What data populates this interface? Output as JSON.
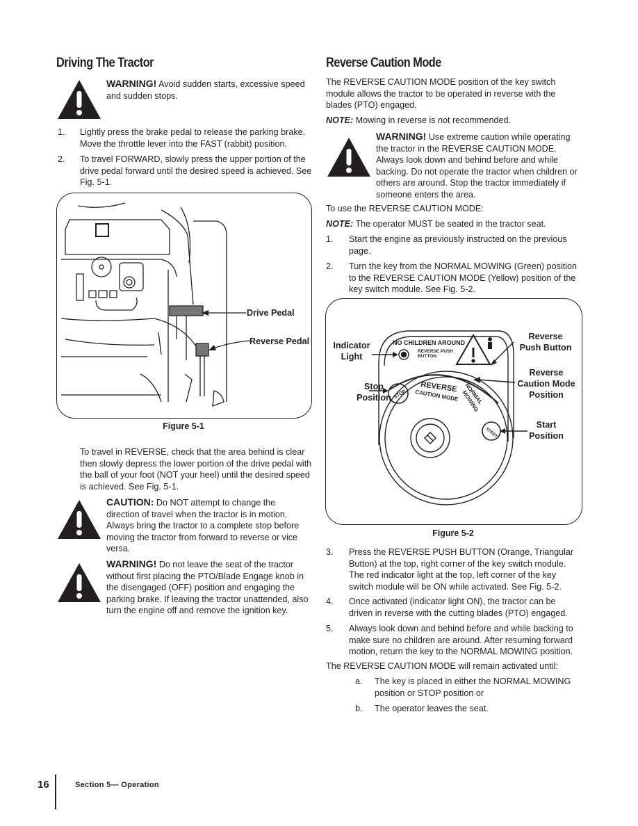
{
  "left": {
    "title": "Driving The Tractor",
    "warning1": {
      "label": "WARNING!",
      "text": " Avoid sudden starts, excessive speed and sudden stops."
    },
    "steps": [
      {
        "num": "1.",
        "text": "Lightly press the brake pedal to release the parking brake. Move the throttle lever into the FAST (rabbit) position."
      },
      {
        "num": "2.",
        "text": "To travel FORWARD, slowly press the upper portion of the drive pedal forward until the desired speed is achieved. See Fig. 5-1."
      }
    ],
    "figure": {
      "caption": "Figure 5-1",
      "drive_label": "Drive Pedal",
      "reverse_label": "Reverse Pedal"
    },
    "reverse_para": "To travel in REVERSE, check that the area behind is clear then slowly depress the lower portion of the drive pedal with the ball of your foot (NOT your heel) until the desired speed is achieved. See Fig. 5-1.",
    "caution": {
      "label": "CAUTION:",
      "text": " Do NOT attempt to change the direction of travel when the tractor is in motion. Always bring the tractor to a complete stop before moving the tractor from forward to reverse or vice versa."
    },
    "warning2": {
      "label": "WARNING!",
      "text": " Do not leave the seat of the tractor without first placing the PTO/Blade Engage knob in the disengaged (OFF) position and engaging the parking brake. If leaving the tractor unattended, also turn the engine off and remove the ignition key."
    }
  },
  "right": {
    "title": "Reverse Caution Mode",
    "intro": "The REVERSE CAUTION MODE position of the key switch module allows the tractor to be operated in reverse with the blades (PTO) engaged.",
    "note1": {
      "label": "NOTE:",
      "text": " Mowing in reverse is not recommended."
    },
    "warning": {
      "label": "WARNING!",
      "text": " Use extreme caution while operating the tractor in the REVERSE CAUTION MODE. Always look down and behind before and while backing. Do not operate the tractor when children or others are around. Stop the tractor immediately if someone enters the area."
    },
    "to_use": "To use the REVERSE CAUTION MODE:",
    "note2": {
      "label": "NOTE:",
      "text": " The operator MUST be seated in the tractor seat."
    },
    "steps_a": [
      {
        "num": "1.",
        "text": "Start the engine as previously instructed on the previous page."
      },
      {
        "num": "2.",
        "text": "Turn the key from the NORMAL MOWING (Green) position to the REVERSE CAUTION MODE (Yellow) position of the key switch module. See Fig. 5-2."
      }
    ],
    "figure": {
      "caption": "Figure 5-2",
      "indicator": [
        "Indicator",
        "Light"
      ],
      "stop": [
        "Stop",
        "Position"
      ],
      "reverse_push": [
        "Reverse",
        "Push Button"
      ],
      "reverse_caution": [
        "Reverse",
        "Caution Mode",
        "Position"
      ],
      "start": [
        "Start",
        "Position"
      ],
      "panel_no_children": "NO CHILDREN AROUND",
      "panel_rpb": [
        "REVERSE PUSH",
        "BUTTON"
      ],
      "panel_reverse": "REVERSE",
      "panel_caution_mode": "CAUTION MODE",
      "panel_normal": "NORMAL",
      "panel_mowing": "MOWING",
      "panel_stop": "STOP",
      "panel_start": "START"
    },
    "steps_b": [
      {
        "num": "3.",
        "text": "Press the REVERSE PUSH BUTTON (Orange, Triangular Button) at the top, right corner of the key switch module. The red indicator light at the top, left corner of the key switch module will be ON while activated. See Fig. 5-2."
      },
      {
        "num": "4.",
        "text": "Once activated (indicator light ON), the tractor can be driven in reverse with the cutting blades (PTO) engaged."
      },
      {
        "num": "5.",
        "text": "Always look down and behind before and while backing to make sure no children are around. After resuming forward motion, return the key to the NORMAL MOWING position."
      }
    ],
    "remain": "The REVERSE CAUTION MODE will remain activated until:",
    "sub": [
      {
        "num": "a.",
        "text": "The key is placed in either the NORMAL MOWING position or STOP position or"
      },
      {
        "num": "b.",
        "text": "The operator leaves the seat."
      }
    ]
  },
  "footer": {
    "page": "16",
    "section": "Section 5— Operation"
  }
}
